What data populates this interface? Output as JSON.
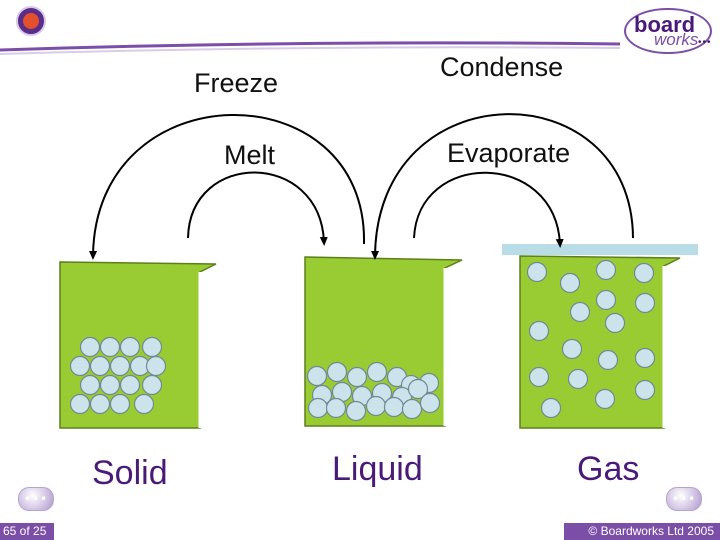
{
  "header": {
    "brand_line1": "board",
    "brand_line2": "works",
    "logo_icon": "boardworks-globe-icon"
  },
  "labels": {
    "freeze": "Freeze",
    "condense": "Condense",
    "melt": "Melt",
    "evaporate": "Evaporate"
  },
  "states": {
    "solid": "Solid",
    "liquid": "Liquid",
    "gas": "Gas"
  },
  "nav": {
    "prev_icon": "previous-slide-icon",
    "next_icon": "next-slide-icon",
    "dots": "•••"
  },
  "footer": {
    "slide_counter": "65 of 25",
    "copyright": "© Boardworks Ltd 2005"
  },
  "colors": {
    "beaker_fill": "#99cc33",
    "beaker_edge": "#5d7f1b",
    "particle": "#cde3ec",
    "particle_edge": "#6e8a93",
    "lid": "#b9dde6",
    "arrow": "#000000",
    "footer_bar": "#7b4fa8",
    "header_line": "#7b4fa8"
  }
}
